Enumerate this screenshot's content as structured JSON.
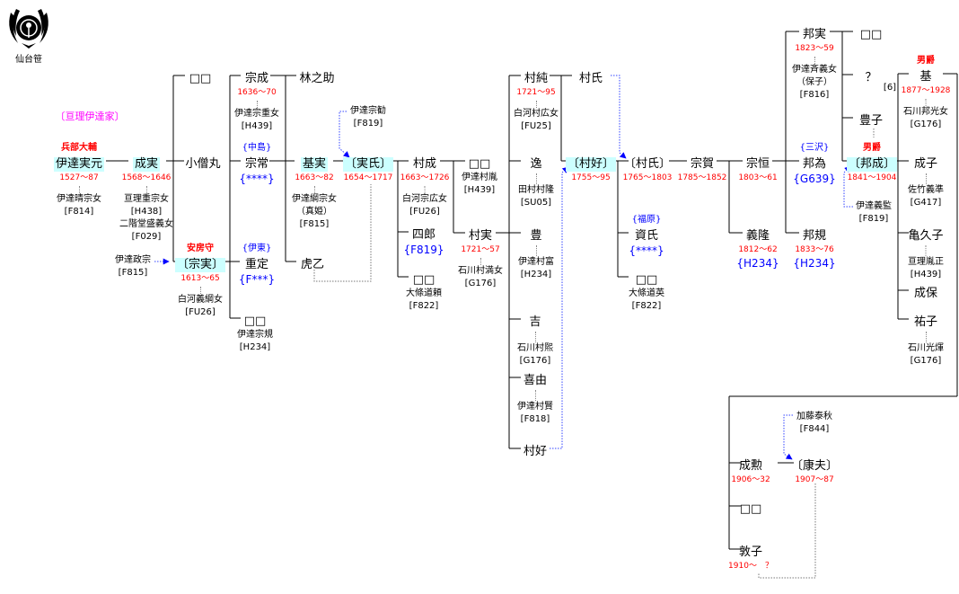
{
  "logo": {
    "caption": "仙台笹",
    "emblem": "sendai-sasa-crest"
  },
  "annotations": [
    {
      "id": "family-label",
      "lines": [
        "〔亘理伊達家〕"
      ]
    },
    {
      "id": "adopter-masamune",
      "lines": [
        "伊達政宗",
        "[F815]"
      ]
    },
    {
      "id": "adopter-munetoshi",
      "lines": [
        "伊達宗勧",
        "[F819]"
      ]
    },
    {
      "id": "adopter-yoshiaki",
      "lines": [
        "伊達義監",
        "[F819]"
      ]
    },
    {
      "id": "adopter-katoyasuaki",
      "lines": [
        "加藤泰秋",
        "[F844]"
      ]
    },
    {
      "id": "generation-mark",
      "lines": [
        "[6]"
      ]
    }
  ],
  "people": [
    {
      "name": "伊達実元",
      "title": "兵部大輔",
      "years": "1527〜87",
      "notes": [
        "伊達晴宗女",
        "[F814]"
      ]
    },
    {
      "name": "成実",
      "years": "1568〜1646",
      "notes": [
        "亘理重宗女",
        "[H438]",
        "二階堂盛義女",
        "[F029]"
      ]
    },
    {
      "name": "小僧丸"
    },
    {
      "name": "□□"
    },
    {
      "name": "〔宗実〕",
      "title": "安房守",
      "years": "1613〜65",
      "notes": [
        "白河義綱女",
        "[FU26]"
      ]
    },
    {
      "name": "宗成",
      "years": "1636〜70",
      "notes": [
        "伊達宗重女",
        "[H439]"
      ]
    },
    {
      "name": "宗常",
      "family": "{中島}",
      "alt": "{****}"
    },
    {
      "name": "重定",
      "family": "{伊東}",
      "alt": "{F***}"
    },
    {
      "name": "□□",
      "notes": [
        "伊達宗規",
        "[H234]"
      ]
    },
    {
      "name": "林之助"
    },
    {
      "name": "基実",
      "years": "1663〜82",
      "notes": [
        "伊達綱宗女",
        "（真姫）",
        "[F815]"
      ]
    },
    {
      "name": "虎乙"
    },
    {
      "name": "〔実氏〕",
      "years": "1654〜1717"
    },
    {
      "name": "村成",
      "years": "1663〜1726",
      "notes": [
        "白河宗広女",
        "[FU26]"
      ]
    },
    {
      "name": "四郎",
      "alt": "{F819}"
    },
    {
      "name": "□□",
      "notes": [
        "大條道頼",
        "[F822]"
      ]
    },
    {
      "name": "□□",
      "notes": [
        "伊達村胤",
        "[H439]"
      ]
    },
    {
      "name": "村実",
      "years": "1721〜57",
      "notes": [
        "石川村満女",
        "[G176]"
      ]
    },
    {
      "name": "村純",
      "years": "1721〜95",
      "notes": [
        "白河村広女",
        "[FU25]"
      ]
    },
    {
      "name": "逸",
      "notes": [
        "田村村隆",
        "[SU05]"
      ]
    },
    {
      "name": "豊",
      "notes": [
        "伊達村富",
        "[H234]"
      ]
    },
    {
      "name": "吉",
      "notes": [
        "石川村煕",
        "[G176]"
      ]
    },
    {
      "name": "喜由",
      "notes": [
        "伊達村賢",
        "[F818]"
      ]
    },
    {
      "name": "村好"
    },
    {
      "name": "村氏"
    },
    {
      "name": "〔村好〕",
      "years": "1755〜95"
    },
    {
      "name": "〔村氏〕",
      "years": "1765〜1803"
    },
    {
      "name": "資氏",
      "family": "{福原}",
      "alt": "{****}"
    },
    {
      "name": "□□",
      "notes": [
        "大條道英",
        "[F822]"
      ]
    },
    {
      "name": "宗賀",
      "years": "1785〜1852"
    },
    {
      "name": "宗恒",
      "years": "1803〜61"
    },
    {
      "name": "義隆",
      "years": "1812〜62",
      "alt": "{H234}"
    },
    {
      "name": "邦実",
      "years": "1823〜59",
      "notes": [
        "伊達斉義女",
        "（保子）",
        "[F816]"
      ]
    },
    {
      "name": "邦為",
      "family": "{三沢}",
      "alt": "{G639}"
    },
    {
      "name": "邦規",
      "years": "1833〜76",
      "alt": "{H234}"
    },
    {
      "name": "□□"
    },
    {
      "name": "？"
    },
    {
      "name": "豊子"
    },
    {
      "name": "〔邦成〕",
      "title": "男爵",
      "years": "1841〜1904"
    },
    {
      "name": "基",
      "title": "男爵",
      "years": "1877〜1928",
      "notes": [
        "石川邦光女",
        "[G176]"
      ]
    },
    {
      "name": "成子",
      "notes": [
        "佐竹義準",
        "[G417]"
      ]
    },
    {
      "name": "亀久子",
      "notes": [
        "亘理胤正",
        "[H439]"
      ]
    },
    {
      "name": "成保"
    },
    {
      "name": "祐子",
      "notes": [
        "石川光煇",
        "[G176]"
      ]
    },
    {
      "name": "成勲",
      "years": "1906〜32"
    },
    {
      "name": "〔康夫〕",
      "years": "1907〜87"
    },
    {
      "name": "□□"
    },
    {
      "name": "敦子",
      "years": "1910〜　？"
    }
  ],
  "colors": {
    "title": "#ff0000",
    "years": "#ff0000",
    "family": "#0000ff",
    "highlight": "#ccffff",
    "house": "#ff00ff",
    "adoption_link": "#0000ff"
  }
}
